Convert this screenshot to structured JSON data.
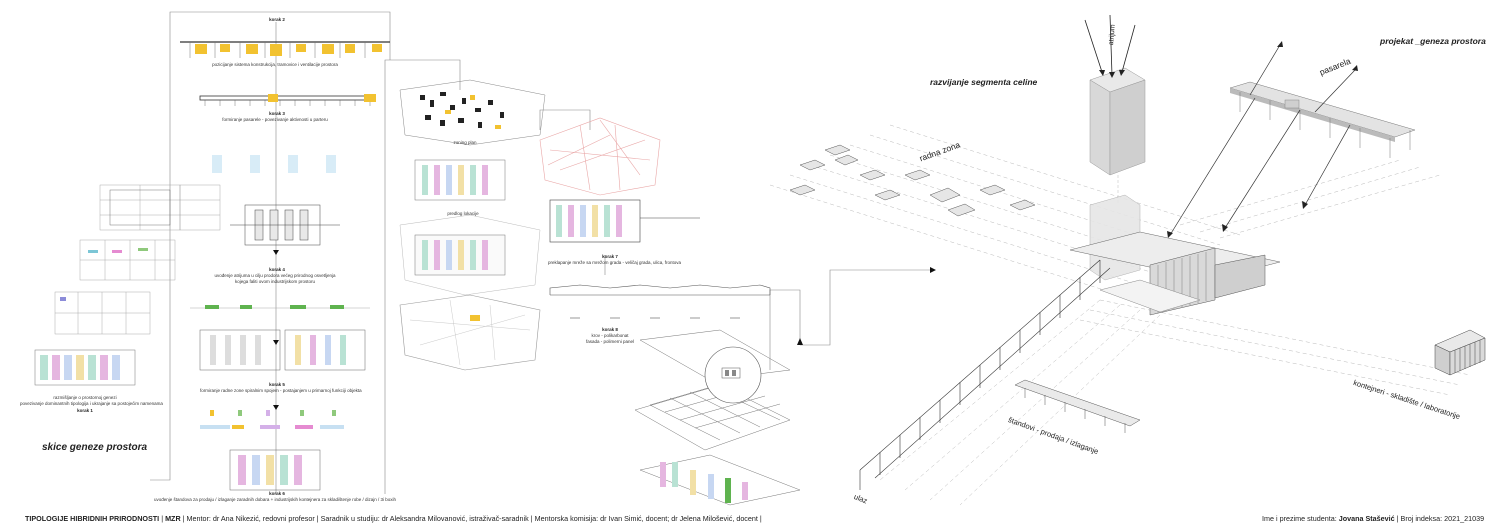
{
  "titles": {
    "left": "skice geneze prostora",
    "right": "projekat _geneza prostora",
    "segment": "razvijanje segmenta celine"
  },
  "steps": {
    "k1": {
      "label": "korak 1",
      "caption1": "razmišljanje o prostornoj genezi",
      "caption2": "povezivanje dominantnih tipologija i ukrajanje sa postojećim namenama"
    },
    "k2": {
      "label": "korak 2",
      "caption": "pozicijanje sistema konstrukcija, tramovice i ventilacije prostora"
    },
    "k3": {
      "label": "korak 3",
      "caption": "formiranje pasarele - povezivanje aktivnosti u parteru"
    },
    "k4": {
      "label": "korak 4",
      "caption1": "uvođenje atrijuma u cilju prodora većeg prirodnog osvetljenja",
      "caption2": "kojega faliti ovom industrijskom prostoru"
    },
    "k5": {
      "label": "korak 5",
      "caption": "formiranje radne zone spiralnim spojem - postajanjem u primarnoj funkciji objekta"
    },
    "k6": {
      "label": "korak 6",
      "caption": "uvođenje štandova za prodaju / izlaganje zaradnih dobara + industrijskih kontejnera za skladištenje robe / dizajn / 3i boxih"
    },
    "k7": {
      "label": "korak 7",
      "caption": "preklapanje mreže sa mrežom grada - veličaj grada, ulica, frontova"
    },
    "k8": {
      "label": "korak 8",
      "caption1": "krov - polikarbonat",
      "caption2": "fasada - polimerni panel"
    }
  },
  "map_labels": {
    "zone_plan": "zoning plan",
    "new_plan": "predlog lokacije"
  },
  "axo_labels": {
    "atrijum": "atrijum",
    "pasarela": "pasarela",
    "radna_zona": "radna zona",
    "kontejneri": "kontejneri - skladište / laboratorije",
    "standovi": "štandovi - prodaja / izlaganje",
    "ulaz": "ulaz"
  },
  "footer": {
    "project": "TIPOLOGIJE HIBRIDNIH PRIRODNOSTI",
    "school": "MZR",
    "rest": "| Mentor: dr Ana Nikezić, redovni profesor | Saradnik u studiju: dr Aleksandra Milovanović, istraživač-saradnik | Mentorska komisija: dr Ivan Simić, docent; dr Jelena Milošević, docent |",
    "student_label": "Ime i prezime studenta:",
    "student_name": "Jovana Stašević",
    "index": "Broj indeksa: 2021_21039"
  },
  "colors": {
    "yellow": "#f2c230",
    "pink": "#e9a6a6",
    "ltblue": "#d8ecf7",
    "line": "#555555",
    "gray": "#9a9a9a"
  }
}
